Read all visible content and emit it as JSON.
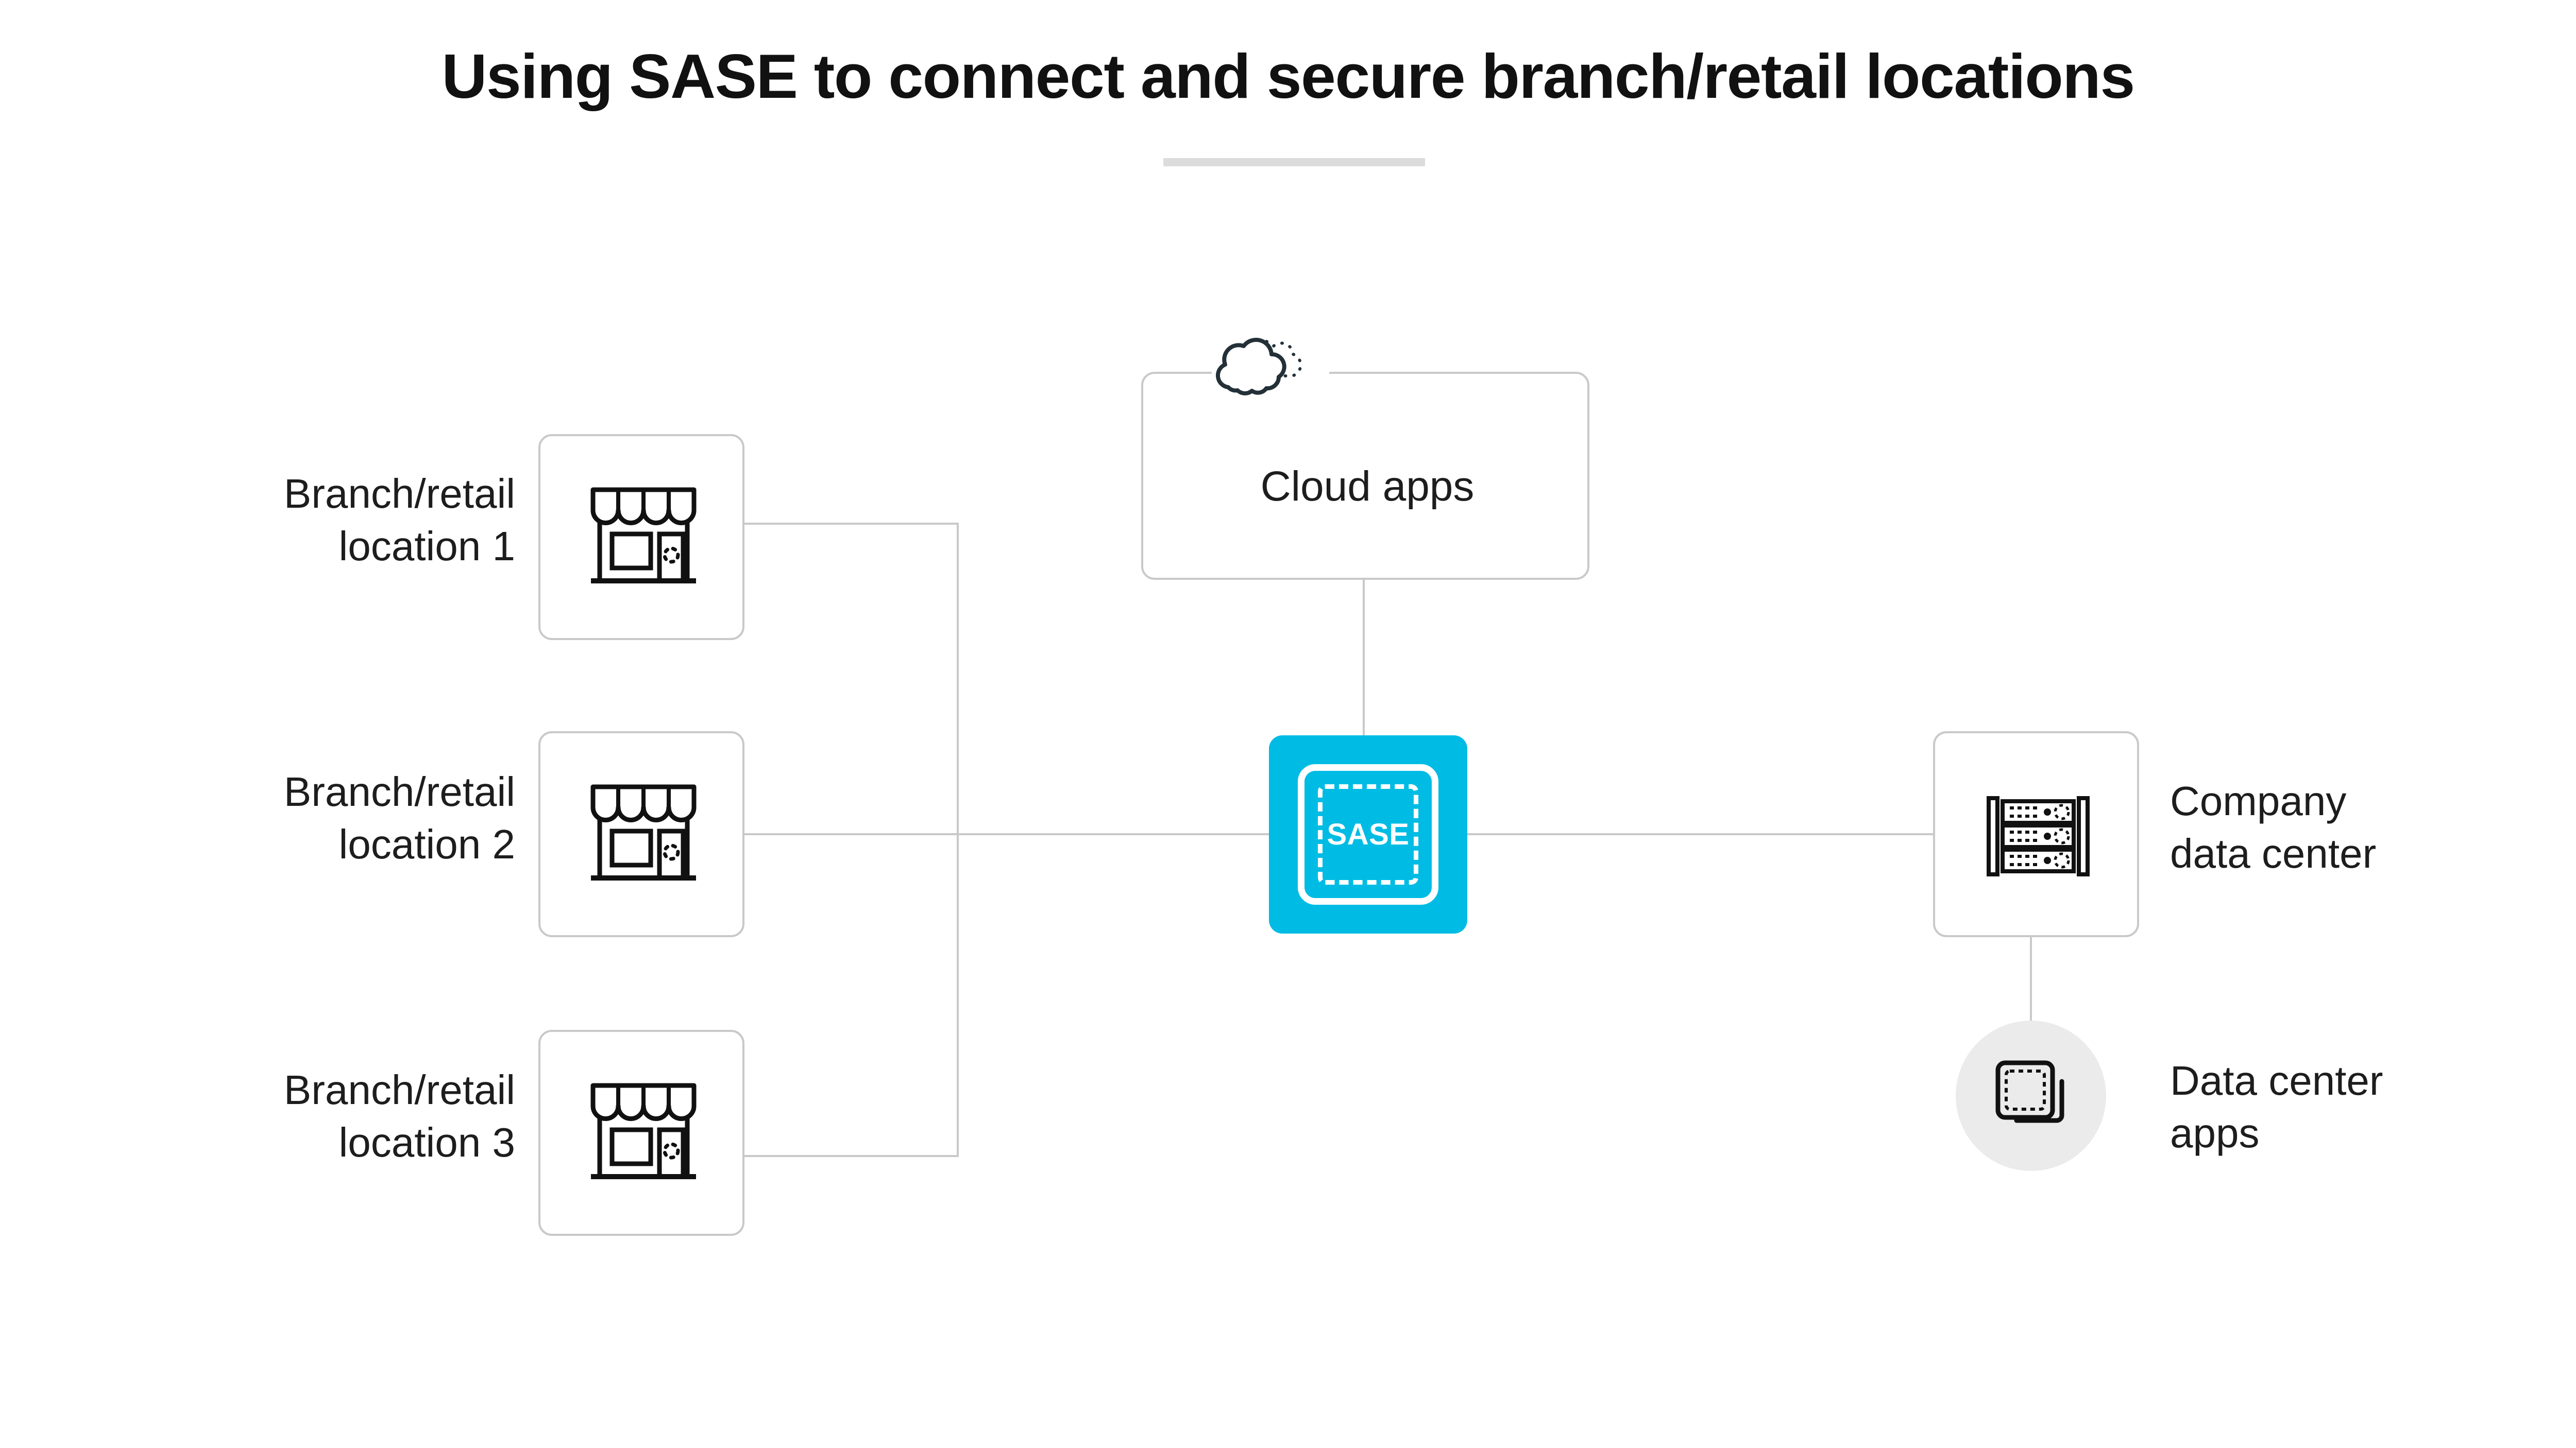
{
  "title": "Using SASE to connect and secure branch/retail locations",
  "colors": {
    "accent_cyan": "#00BCE4",
    "border_gray": "#C9C9C9",
    "rule_gray": "#DCDCDC",
    "circle_fill": "#EBEBEB",
    "text": "#1D1D1D",
    "background": "#FFFFFF"
  },
  "nodes": {
    "cloud_apps": {
      "label": "Cloud apps",
      "icon": "cloud-icon"
    },
    "sase": {
      "label": "SASE",
      "icon": "sase-shield-icon"
    },
    "company_data_center": {
      "label": "Company\ndata center",
      "icon": "server-rack-icon"
    },
    "data_center_apps": {
      "label": "Data center\napps",
      "icon": "stacked-apps-icon"
    },
    "branches": [
      {
        "label": "Branch/retail\nlocation 1",
        "icon": "storefront-icon"
      },
      {
        "label": "Branch/retail\nlocation 2",
        "icon": "storefront-icon"
      },
      {
        "label": "Branch/retail\nlocation 3",
        "icon": "storefront-icon"
      }
    ]
  },
  "connections": [
    {
      "from": "branch-1",
      "to": "sase"
    },
    {
      "from": "branch-2",
      "to": "sase"
    },
    {
      "from": "branch-3",
      "to": "sase"
    },
    {
      "from": "cloud-apps",
      "to": "sase"
    },
    {
      "from": "sase",
      "to": "company-data-center"
    },
    {
      "from": "company-data-center",
      "to": "data-center-apps"
    }
  ]
}
